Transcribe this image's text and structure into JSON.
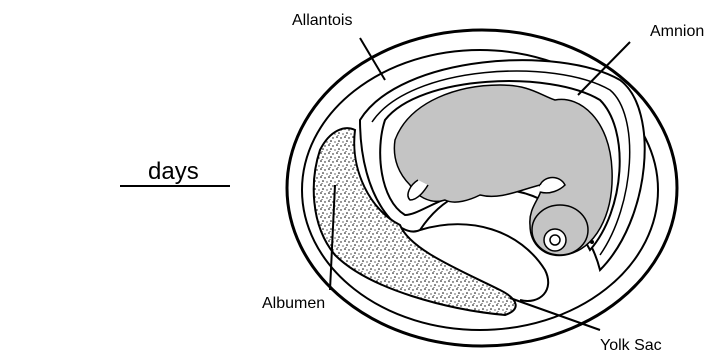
{
  "question": {
    "blank": "_______",
    "suffix": "days"
  },
  "diagram": {
    "labels": {
      "allantois": "Allantois",
      "amnion": "Amnion",
      "albumen": "Albumen",
      "yolk_sac": "Yolk Sac"
    }
  }
}
